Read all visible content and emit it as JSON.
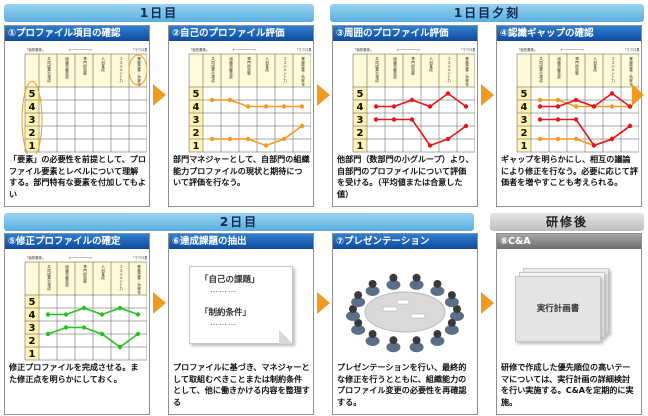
{
  "bands": {
    "day1": "1日目",
    "day1_evening": "1日目夕刻",
    "day2": "2日目",
    "after": "研修後"
  },
  "chart_common": {
    "header_left": "「個別要素」",
    "header_right": "「マクロ要素」",
    "arrow": "←――――→",
    "levels": [
      "5",
      "4",
      "3",
      "2",
      "1"
    ],
    "columns": [
      "共同成果の達成",
      "組織貢献意欲",
      "専門的技能",
      "人材育成",
      "マネジメント力",
      "業務改善・効率化"
    ]
  },
  "colors": {
    "orange": "#f39a1e",
    "red": "#e8141b",
    "green": "#27c11d",
    "blue_header": "#1a5db0"
  },
  "steps": [
    {
      "title": "①プロファイル項目の確認",
      "caption": "「要素」の必要性を前提として、プロファイル要素とレベルについて理解する。部門特有な要素を付加してもよい"
    },
    {
      "title": "②自己のプロファイル評価",
      "caption": "部門マネジャーとして、自部門の組織能力プロファイルの現状と期待について評価を行なう。"
    },
    {
      "title": "③周囲のプロファイル評価",
      "caption": "他部門（数部門の小グループ）より、自部門のプロファイルについて評価を受ける。（平均値または合意した値）"
    },
    {
      "title": "④認識ギャップの確認",
      "caption": "ギャップを明らかにし、相互の議論により修正を行なう。必要に応じて評価者を増やすことも考えられる。"
    },
    {
      "title": "⑤修正プロファイルの確定",
      "caption": "修正プロファイルを完成させる。また修正点を明らかにしておく。"
    },
    {
      "title": "⑥達成課題の抽出",
      "caption": "プロファイルに基づき、マネジャーとして取組むべきことまたは制約条件として、他に働きかける内容を整理する",
      "doc_items": [
        "「自己の課題」",
        "………",
        "「制約条件」",
        "………"
      ]
    },
    {
      "title": "⑦プレゼンテーション",
      "caption": "プレゼンテーションを行い、最終的な修正を行うとともに、組織能力のプロファイル変更の必要性を再確認する。"
    },
    {
      "title": "⑧C&A",
      "caption": "研修で作成した優先順位の高いテーマについては、実行計画の詳細検討を行い実施する。C&Aを定期的に実施。",
      "doc_label": "実行計画書"
    }
  ],
  "chart_data": [
    {
      "type": "line",
      "panel": "②",
      "series": [
        {
          "values": [
            4.5,
            4.5,
            4.0,
            4.0,
            4.0,
            4.0
          ]
        },
        {
          "values": [
            1.5,
            1.5,
            1.5,
            1.0,
            1.5,
            2.5
          ]
        }
      ]
    },
    {
      "type": "line",
      "panel": "③",
      "series": [
        {
          "values": [
            4.0,
            4.0,
            4.5,
            4.0,
            5.0,
            4.0
          ]
        },
        {
          "values": [
            3.0,
            3.0,
            3.0,
            1.0,
            1.5,
            2.5
          ]
        }
      ]
    },
    {
      "type": "line",
      "panel": "④",
      "series": [
        {
          "values": [
            4.5,
            4.5,
            4.0,
            4.0,
            4.0,
            4.0
          ]
        },
        {
          "values": [
            1.5,
            1.5,
            1.5,
            1.0,
            1.5,
            2.5
          ]
        },
        {
          "values": [
            4.0,
            4.0,
            4.5,
            4.0,
            5.0,
            4.0
          ]
        },
        {
          "values": [
            3.0,
            3.0,
            3.0,
            1.0,
            1.5,
            2.5
          ]
        }
      ]
    },
    {
      "type": "line",
      "panel": "⑤",
      "series": [
        {
          "values": [
            4.0,
            4.0,
            4.5,
            4.0,
            4.5,
            4.0
          ]
        },
        {
          "values": [
            2.5,
            3.0,
            3.0,
            2.5,
            1.5,
            2.5
          ]
        }
      ]
    }
  ]
}
